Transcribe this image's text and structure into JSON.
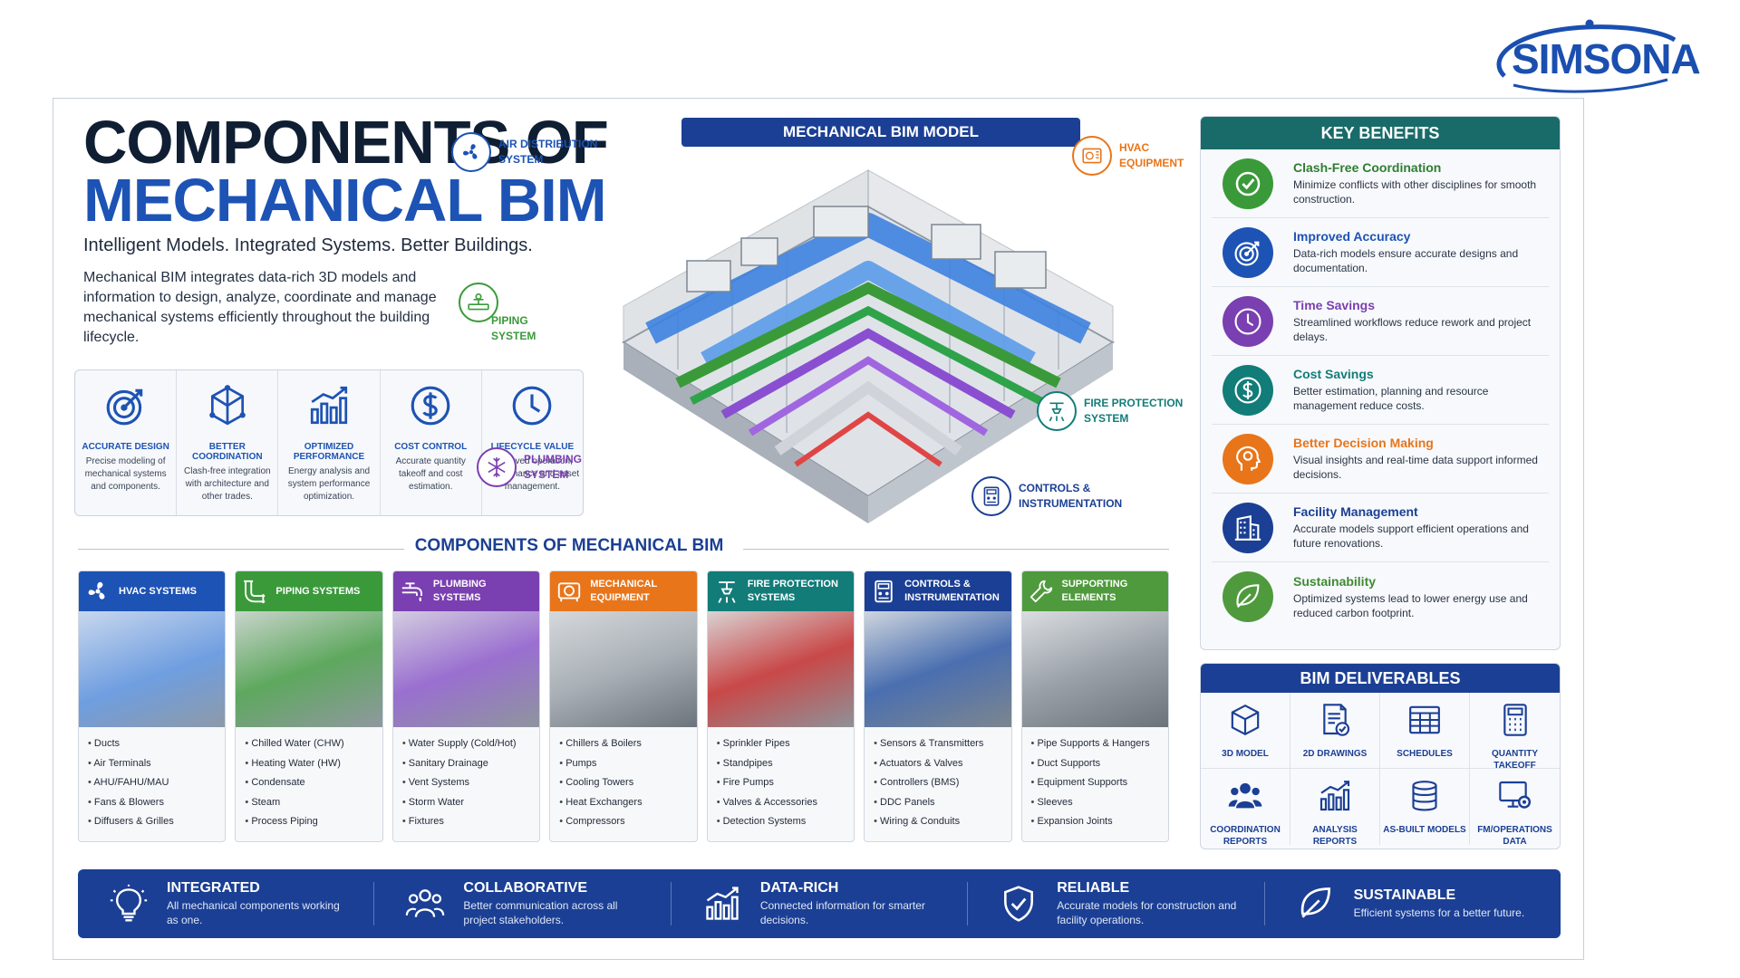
{
  "brand": {
    "name": "SIMSONA",
    "color": "#1a4faf"
  },
  "header": {
    "title_line1": "COMPONENTS OF",
    "title_line2": "MECHANICAL BIM",
    "tagline": "Intelligent Models. Integrated Systems. Better Buildings.",
    "intro": "Mechanical BIM integrates data-rich 3D models and information to design, analyze, coordinate and manage mechanical systems efficiently throughout the building lifecycle."
  },
  "benefits_strip": [
    {
      "icon": "target-icon",
      "title": "ACCURATE DESIGN",
      "desc": "Precise modeling of mechanical systems and components."
    },
    {
      "icon": "cube-network-icon",
      "title": "BETTER COORDINATION",
      "desc": "Clash-free integration with architecture and other trades."
    },
    {
      "icon": "bar-chart-icon",
      "title": "OPTIMIZED PERFORMANCE",
      "desc": "Energy analysis and system performance optimization."
    },
    {
      "icon": "dollar-icon",
      "title": "COST CONTROL",
      "desc": "Accurate quantity takeoff and cost estimation."
    },
    {
      "icon": "clock-icon",
      "title": "LIFECYCLE VALUE",
      "desc": "Improved operation, maintenance and asset management."
    }
  ],
  "model": {
    "banner": "MECHANICAL BIM MODEL",
    "callouts": [
      {
        "label": "AIR DISTRIBUTION SYSTEM",
        "color": "#1d53b4",
        "icon": "fan-icon"
      },
      {
        "label": "HVAC EQUIPMENT",
        "color": "#e8751a",
        "icon": "hvac-unit-icon"
      },
      {
        "label": "PIPING SYSTEM",
        "color": "#3a9a3a",
        "icon": "valve-icon"
      },
      {
        "label": "FIRE PROTECTION SYSTEM",
        "color": "#127c79",
        "icon": "sprinkler-icon"
      },
      {
        "label": "PLUMBING SYSTEM",
        "color": "#7a3fb0",
        "icon": "snowflake-icon"
      },
      {
        "label": "CONTROLS & INSTRUMENTATION",
        "color": "#1b3f94",
        "icon": "controls-icon"
      }
    ]
  },
  "components": {
    "heading": "COMPONENTS OF MECHANICAL BIM",
    "cards": [
      {
        "title": "HVAC SYSTEMS",
        "color": "#1d53b4",
        "icon": "fan-icon",
        "items": [
          "Ducts",
          "Air Terminals",
          "AHU/FAHU/MAU",
          "Fans & Blowers",
          "Diffusers & Grilles"
        ]
      },
      {
        "title": "PIPING SYSTEMS",
        "color": "#3a9a3a",
        "icon": "pipe-icon",
        "items": [
          "Chilled Water (CHW)",
          "Heating Water (HW)",
          "Condensate",
          "Steam",
          "Process Piping"
        ]
      },
      {
        "title": "PLUMBING SYSTEMS",
        "color": "#7a3fb0",
        "icon": "faucet-icon",
        "items": [
          "Water Supply (Cold/Hot)",
          "Sanitary Drainage",
          "Vent Systems",
          "Storm Water",
          "Fixtures"
        ]
      },
      {
        "title": "MECHANICAL EQUIPMENT",
        "color": "#e8751a",
        "icon": "equipment-icon",
        "items": [
          "Chillers & Boilers",
          "Pumps",
          "Cooling Towers",
          "Heat Exchangers",
          "Compressors"
        ]
      },
      {
        "title": "FIRE PROTECTION SYSTEMS",
        "color": "#127c79",
        "icon": "sprinkler-icon",
        "items": [
          "Sprinkler Pipes",
          "Standpipes",
          "Fire Pumps",
          "Valves & Accessories",
          "Detection Systems"
        ]
      },
      {
        "title": "CONTROLS & INSTRUMENTATION",
        "color": "#1b3f94",
        "icon": "controls-icon",
        "items": [
          "Sensors & Transmitters",
          "Actuators & Valves",
          "Controllers (BMS)",
          "DDC Panels",
          "Wiring & Conduits"
        ]
      },
      {
        "title": "SUPPORTING ELEMENTS",
        "color": "#4f9a3d",
        "icon": "wrench-icon",
        "items": [
          "Pipe Supports & Hangers",
          "Duct Supports",
          "Equipment Supports",
          "Sleeves",
          "Expansion Joints"
        ]
      }
    ]
  },
  "key_benefits": {
    "heading": "KEY BENEFITS",
    "items": [
      {
        "title": "Clash-Free Coordination",
        "desc": "Minimize conflicts with other disciplines for smooth construction.",
        "color": "#3a9a3a",
        "icon": "check-icon"
      },
      {
        "title": "Improved Accuracy",
        "desc": "Data-rich models ensure accurate designs and documentation.",
        "color": "#1d53b4",
        "icon": "target-icon"
      },
      {
        "title": "Time Savings",
        "desc": "Streamlined workflows reduce rework and project delays.",
        "color": "#7a3fb0",
        "icon": "clock-icon"
      },
      {
        "title": "Cost Savings",
        "desc": "Better estimation, planning and resource management reduce costs.",
        "color": "#127c79",
        "icon": "dollar-icon"
      },
      {
        "title": "Better Decision Making",
        "desc": "Visual insights and real-time data support informed decisions.",
        "color": "#e8751a",
        "icon": "head-gear-icon"
      },
      {
        "title": "Facility Management",
        "desc": "Accurate models support efficient operations and future renovations.",
        "color": "#1b3f94",
        "icon": "building-icon"
      },
      {
        "title": "Sustainability",
        "desc": "Optimized systems lead to lower energy use and reduced carbon footprint.",
        "color": "#4f9a3d",
        "icon": "leaf-icon"
      }
    ]
  },
  "deliverables": {
    "heading": "BIM DELIVERABLES",
    "items": [
      {
        "label": "3D MODEL",
        "icon": "cube-icon"
      },
      {
        "label": "2D DRAWINGS",
        "icon": "drawing-icon"
      },
      {
        "label": "SCHEDULES",
        "icon": "table-icon"
      },
      {
        "label": "QUANTITY TAKEOFF",
        "icon": "calculator-icon"
      },
      {
        "label": "COORDINATION REPORTS",
        "icon": "team-icon"
      },
      {
        "label": "ANALYSIS REPORTS",
        "icon": "bar-chart-icon"
      },
      {
        "label": "AS-BUILT MODELS",
        "icon": "database-icon"
      },
      {
        "label": "FM/OPERATIONS DATA",
        "icon": "monitor-gear-icon"
      }
    ]
  },
  "footer": [
    {
      "title": "INTEGRATED",
      "desc": "All mechanical components working as one.",
      "icon": "bulb-icon"
    },
    {
      "title": "COLLABORATIVE",
      "desc": "Better communication across all project stakeholders.",
      "icon": "team-icon"
    },
    {
      "title": "DATA-RICH",
      "desc": "Connected information for smarter decisions.",
      "icon": "bar-chart-icon"
    },
    {
      "title": "RELIABLE",
      "desc": "Accurate models for construction and facility operations.",
      "icon": "shield-check-icon"
    },
    {
      "title": "SUSTAINABLE",
      "desc": "Efficient systems for a better future.",
      "icon": "leaf-icon"
    }
  ]
}
